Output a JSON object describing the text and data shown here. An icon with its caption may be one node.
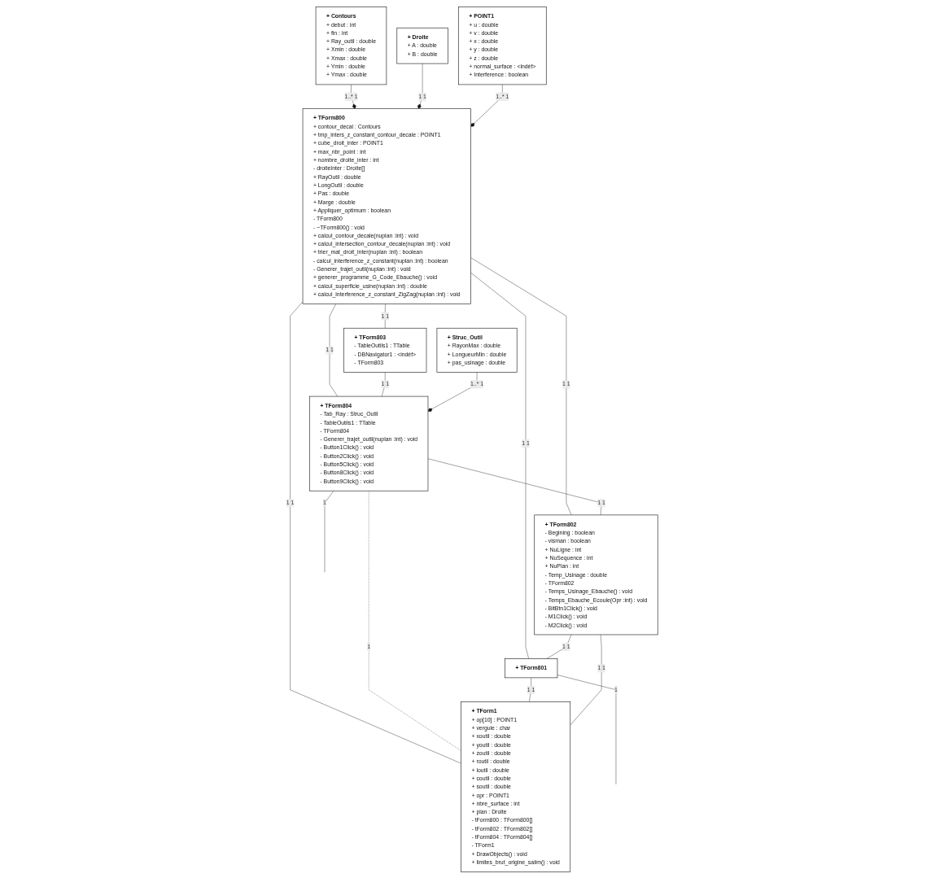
{
  "diagram": {
    "nodes": [
      {
        "text": [
          "+ TForm800",
          "+ contour_decal : Contours",
          "+ tmp_inters_z_constant_contour_decale : POINT1",
          "+ cube_droit_inter : POINT1",
          "+ max_nbr_point : int",
          "+ nombre_droite_inter : int",
          "- droiteInter : Droite[]",
          "+ RayOutil : double",
          "+ LongOutil : double",
          "+ Pas : double",
          "+ Marge : double",
          "+ Appliquer_optimum : boolean",
          "- TForm800",
          "- ~TForm800() : void",
          "+ calcul_contour_decale(nuplan :int) : void",
          "+ calcul_intersection_contour_decale(nuplan :int) : void",
          "+ trier_mat_droit_inter(nuplan :int) : boolean",
          "- calcul_interference_z_constant(nuplan :int) : boolean",
          "- Generer_trajet_outil(nuplan :int) : void",
          "+ generer_programme_G_Code_Ebauche() : void",
          "+ calcul_superficie_usine(nuplan :int) : double",
          "+ calcul_interference_z_constant_ZigZag(nuplan :int) : void"
        ]
      },
      {
        "text": [
          "+ TForm803",
          "- TableOutils1 : TTable",
          "- DBNavigator1 : <indéf>",
          "- TForm803"
        ]
      },
      {
        "text": [
          "+ Struc_Outil",
          "+ RayonMax : double",
          "+ LongueurMin : double",
          "+ pas_usinage : double"
        ]
      },
      {
        "text": [
          "+ TForm804",
          "- Tab_Ray : Struc_Outil",
          "- TableOutils1 : TTable",
          "- TForm804",
          "- Generer_trajet_outil(nuplan :int) : void",
          "- Button1Click() : void",
          "- Button2Click() : void",
          "- Button5Click() : void",
          "- Button8Click() : void",
          "- Button9Click() : void"
        ]
      },
      {
        "text": [
          "+ Contours",
          "+ debut : int",
          "+ fin : int",
          "+ Ray_outil : double",
          "+ Xmin : double",
          "+ Xmax : double",
          "+ Ymin : double",
          "+ Ymax : double"
        ]
      },
      {
        "text": [
          "+ POINT1",
          "+ u : double",
          "+ v : double",
          "+ x : double",
          "+ y : double",
          "+ z : double",
          "+ normal_surface : <indéf>",
          "+ Interference : boolean"
        ]
      },
      {
        "text": [
          "+ Droite",
          "+ A : double",
          "+ B : double"
        ]
      },
      {
        "text": [
          "+ TForm801"
        ]
      },
      {
        "text": [
          "+ TForm802",
          "- Begining : boolean",
          "- visman : boolean",
          "+ NuLigne : int",
          "+ NuSequence : int",
          "+ NuPlan : int",
          "- Temp_Usinage : double",
          "- TForm802",
          "- Temps_Usinage_Ebauche() : void",
          "- Temps_Ebauche_Ecoule(Opr :int) : void",
          "- BitBtn1Click() : void",
          "- M1Click() : void",
          "- M2Click() : void"
        ]
      },
      {
        "text": [
          "+ TForm1",
          "+ op[10] : POINT1",
          "+ vergule : char",
          "+ xoutil : double",
          "+ youtil : double",
          "+ zoutil : double",
          "+ routil : double",
          "+ loutil : double",
          "+ coutil : double",
          "+ soutil : double",
          "+ opr : POINT1",
          "+ nbre_surface : int",
          "+ plan : Droite",
          "- tForm800 : TForm800[]",
          "- tForm802 : TForm802[]",
          "- tForm804 : TForm804[]",
          "- TForm1",
          "+ DrawObjects() : void",
          "+ limites_brut_origine_salim() : void"
        ]
      }
    ],
    "edges": [
      {
        "from": 0,
        "to": 9,
        "arrow": "none",
        "label": "1 1"
      },
      {
        "from": 0,
        "to": 1,
        "arrow": "none",
        "label": "1 1"
      },
      {
        "from": 0,
        "to": 3,
        "arrow": "none",
        "label": "1 1"
      },
      {
        "from": 0,
        "to": 8,
        "arrow": "none",
        "label": "1 1"
      },
      {
        "from": 1,
        "to": 3,
        "arrow": "none",
        "label": "1 1"
      },
      {
        "from": 2,
        "to": 3,
        "arrow": "other",
        "label": "1..* 1"
      },
      {
        "from": 3,
        "to": 8,
        "arrow": "none",
        "label": "1 1"
      },
      {
        "from": 3,
        "to": null,
        "arrow": "none",
        "label": "1"
      },
      {
        "from": 3,
        "to": 9,
        "arrow": "none",
        "style": "dashed",
        "label": "1"
      },
      {
        "from": 4,
        "to": 0,
        "arrow": "other",
        "label": "1..* 1"
      },
      {
        "from": 6,
        "to": 0,
        "arrow": "other",
        "label": "1 1"
      },
      {
        "from": 5,
        "to": 0,
        "arrow": "other",
        "label": "1..* 1"
      },
      {
        "from": 0,
        "to": 7,
        "arrow": "none",
        "label": "1 1"
      },
      {
        "from": 8,
        "to": 7,
        "arrow": "none",
        "label": "1 1"
      },
      {
        "from": 7,
        "to": 9,
        "arrow": "none",
        "label": "1 1"
      },
      {
        "from": 8,
        "to": 9,
        "arrow": "none",
        "label": "1 1"
      },
      {
        "from": 7,
        "to": null,
        "arrow": "none",
        "label": "1"
      }
    ]
  }
}
